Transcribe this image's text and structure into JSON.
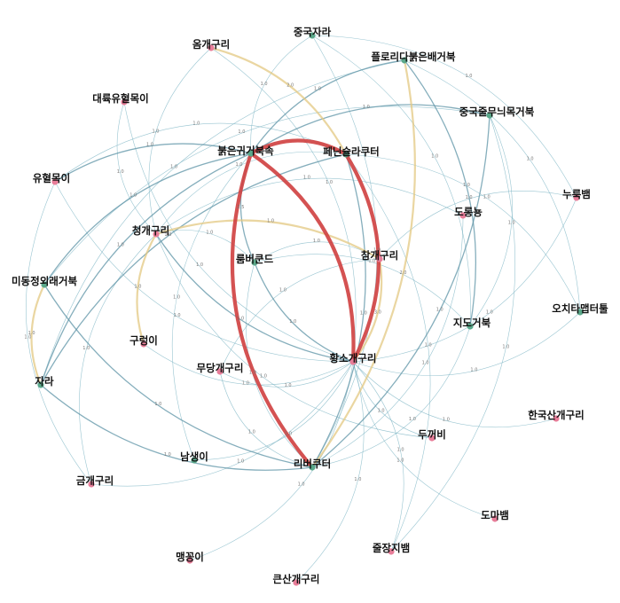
{
  "colors": {
    "node_green": "#5aa88a",
    "node_pink": "#e87d99",
    "edge_thin": "#7fb6c6",
    "edge_mid": "#5c93a6",
    "edge_light": "#e3c882",
    "edge_heavy": "#cf3f3f"
  },
  "nodes": [
    {
      "id": "n0",
      "label": "중국자라",
      "color": "green"
    },
    {
      "id": "n1",
      "label": "옴개구리",
      "color": "pink"
    },
    {
      "id": "n2",
      "label": "플로리다붉은배거북",
      "color": "green"
    },
    {
      "id": "n3",
      "label": "대륙유혈목이",
      "color": "pink"
    },
    {
      "id": "n4",
      "label": "중국줄무늬목거북",
      "color": "green"
    },
    {
      "id": "n5",
      "label": "붉은귀거북속",
      "color": "green"
    },
    {
      "id": "n6",
      "label": "페닌슐라쿠터",
      "color": "green"
    },
    {
      "id": "n7",
      "label": "유혈목이",
      "color": "pink"
    },
    {
      "id": "n8",
      "label": "도롱뇽",
      "color": "pink"
    },
    {
      "id": "n9",
      "label": "누룩뱀",
      "color": "pink"
    },
    {
      "id": "n10",
      "label": "청개구리",
      "color": "pink"
    },
    {
      "id": "n11",
      "label": "참개구리",
      "color": "pink"
    },
    {
      "id": "n12",
      "label": "룸버쿤드",
      "color": "green"
    },
    {
      "id": "n13",
      "label": "미동정외래거북",
      "color": "green"
    },
    {
      "id": "n14",
      "label": "오치타맵터툴",
      "color": "green"
    },
    {
      "id": "n15",
      "label": "지도거북",
      "color": "green"
    },
    {
      "id": "n16",
      "label": "구렁이",
      "color": "pink"
    },
    {
      "id": "n17",
      "label": "무당개구리",
      "color": "pink"
    },
    {
      "id": "n18",
      "label": "황소개구리",
      "color": "pink"
    },
    {
      "id": "n19",
      "label": "자라",
      "color": "green"
    },
    {
      "id": "n20",
      "label": "한국산개구리",
      "color": "pink"
    },
    {
      "id": "n21",
      "label": "두꺼비",
      "color": "pink"
    },
    {
      "id": "n22",
      "label": "남생이",
      "color": "green"
    },
    {
      "id": "n23",
      "label": "리버쿠터",
      "color": "green"
    },
    {
      "id": "n24",
      "label": "금개구리",
      "color": "pink"
    },
    {
      "id": "n25",
      "label": "도마뱀",
      "color": "pink"
    },
    {
      "id": "n26",
      "label": "맹꽁이",
      "color": "pink"
    },
    {
      "id": "n27",
      "label": "줄장지뱀",
      "color": "pink"
    },
    {
      "id": "n28",
      "label": "큰산개구리",
      "color": "pink"
    }
  ],
  "edges": [
    {
      "a": "n5",
      "b": "n6",
      "weight": "heavy",
      "label": ""
    },
    {
      "a": "n5",
      "b": "n23",
      "weight": "heavy",
      "label": ""
    },
    {
      "a": "n6",
      "b": "n18",
      "weight": "heavy",
      "label": ""
    },
    {
      "a": "n5",
      "b": "n18",
      "weight": "heavy",
      "label": ""
    },
    {
      "a": "n2",
      "b": "n23",
      "weight": "light",
      "label": "2.0"
    },
    {
      "a": "n11",
      "b": "n18",
      "weight": "light",
      "label": "3.0"
    },
    {
      "a": "n1",
      "b": "n6",
      "weight": "light",
      "label": "2.0"
    },
    {
      "a": "n13",
      "b": "n19",
      "weight": "light",
      "label": "1.0"
    },
    {
      "a": "n16",
      "b": "n10",
      "weight": "light",
      "label": "1.0"
    },
    {
      "a": "n10",
      "b": "n11",
      "weight": "light",
      "label": "1.0"
    },
    {
      "a": "n5",
      "b": "n12",
      "weight": "mid",
      "label": "2.5"
    },
    {
      "a": "n12",
      "b": "n18",
      "weight": "mid",
      "label": "1.0"
    },
    {
      "a": "n6",
      "b": "n23",
      "weight": "mid",
      "label": "1.0"
    },
    {
      "a": "n2",
      "b": "n5",
      "weight": "mid",
      "label": "1.0"
    },
    {
      "a": "n4",
      "b": "n5",
      "weight": "mid",
      "label": "1.0"
    },
    {
      "a": "n5",
      "b": "n7",
      "weight": "mid",
      "label": "1.0"
    },
    {
      "a": "n5",
      "b": "n13",
      "weight": "mid",
      "label": "1.0"
    },
    {
      "a": "n5",
      "b": "n19",
      "weight": "mid",
      "label": "1.0"
    },
    {
      "a": "n6",
      "b": "n19",
      "weight": "mid",
      "label": "1.0"
    },
    {
      "a": "n13",
      "b": "n23",
      "weight": "mid",
      "label": "1.0"
    },
    {
      "a": "n19",
      "b": "n23",
      "weight": "mid",
      "label": "1.0"
    },
    {
      "a": "n10",
      "b": "n18",
      "weight": "mid",
      "label": "1.0"
    },
    {
      "a": "n2",
      "b": "n15",
      "weight": "mid",
      "label": "1.0"
    },
    {
      "a": "n4",
      "b": "n23",
      "weight": "mid",
      "label": "1.0"
    },
    {
      "a": "n0",
      "b": "n23",
      "weight": "thin",
      "label": "1.0"
    },
    {
      "a": "n0",
      "b": "n5",
      "weight": "thin",
      "label": "1.0"
    },
    {
      "a": "n0",
      "b": "n15",
      "weight": "thin",
      "label": "1.0"
    },
    {
      "a": "n1",
      "b": "n18",
      "weight": "thin",
      "label": "1.0"
    },
    {
      "a": "n1",
      "b": "n10",
      "weight": "thin",
      "label": "1.0"
    },
    {
      "a": "n3",
      "b": "n10",
      "weight": "thin",
      "label": "1.0"
    },
    {
      "a": "n3",
      "b": "n18",
      "weight": "thin",
      "label": "1.0"
    },
    {
      "a": "n7",
      "b": "n18",
      "weight": "thin",
      "label": "1.0"
    },
    {
      "a": "n7",
      "b": "n24",
      "weight": "thin",
      "label": "1.0"
    },
    {
      "a": "n8",
      "b": "n10",
      "weight": "thin",
      "label": "1.0"
    },
    {
      "a": "n8",
      "b": "n23",
      "weight": "thin",
      "label": "1.0"
    },
    {
      "a": "n9",
      "b": "n18",
      "weight": "thin",
      "label": "1.0"
    },
    {
      "a": "n9",
      "b": "n11",
      "weight": "thin",
      "label": "1.0"
    },
    {
      "a": "n14",
      "b": "n6",
      "weight": "thin",
      "label": "1.0"
    },
    {
      "a": "n14",
      "b": "n18",
      "weight": "thin",
      "label": "1.0"
    },
    {
      "a": "n15",
      "b": "n12",
      "weight": "thin",
      "label": "1.0"
    },
    {
      "a": "n15",
      "b": "n23",
      "weight": "thin",
      "label": "1.0"
    },
    {
      "a": "n17",
      "b": "n11",
      "weight": "thin",
      "label": "1.0"
    },
    {
      "a": "n17",
      "b": "n23",
      "weight": "thin",
      "label": "1.0"
    },
    {
      "a": "n20",
      "b": "n18",
      "weight": "thin",
      "label": "1.0"
    },
    {
      "a": "n21",
      "b": "n18",
      "weight": "thin",
      "label": "1.0"
    },
    {
      "a": "n21",
      "b": "n10",
      "weight": "thin",
      "label": "1.0"
    },
    {
      "a": "n22",
      "b": "n5",
      "weight": "thin",
      "label": "1.0"
    },
    {
      "a": "n22",
      "b": "n18",
      "weight": "thin",
      "label": "1.0"
    },
    {
      "a": "n24",
      "b": "n18",
      "weight": "thin",
      "label": "1.0"
    },
    {
      "a": "n25",
      "b": "n18",
      "weight": "thin",
      "label": "1.0"
    },
    {
      "a": "n26",
      "b": "n18",
      "weight": "thin",
      "label": "1.0"
    },
    {
      "a": "n27",
      "b": "n18",
      "weight": "thin",
      "label": "1.0"
    },
    {
      "a": "n27",
      "b": "n6",
      "weight": "thin",
      "label": "1.0"
    },
    {
      "a": "n28",
      "b": "n18",
      "weight": "thin",
      "label": "1.0"
    },
    {
      "a": "n12",
      "b": "n10",
      "weight": "thin",
      "label": "1.0"
    },
    {
      "a": "n12",
      "b": "n11",
      "weight": "thin",
      "label": "1.0"
    },
    {
      "a": "n16",
      "b": "n18",
      "weight": "thin",
      "label": "1.0"
    },
    {
      "a": "n19",
      "b": "n2",
      "weight": "thin",
      "label": "1.0"
    },
    {
      "a": "n13",
      "b": "n4",
      "weight": "thin",
      "label": "1.0"
    },
    {
      "a": "n7",
      "b": "n6",
      "weight": "thin",
      "label": "1.0"
    },
    {
      "a": "n24",
      "b": "n10",
      "weight": "thin",
      "label": "1.0"
    },
    {
      "a": "n0",
      "b": "n9",
      "weight": "thin",
      "label": "1.0"
    },
    {
      "a": "n2",
      "b": "n14",
      "weight": "thin",
      "label": "1.0"
    },
    {
      "a": "n4",
      "b": "n15",
      "weight": "thin",
      "label": "1.0"
    },
    {
      "a": "n4",
      "b": "n27",
      "weight": "thin",
      "label": "1.0"
    },
    {
      "a": "n12",
      "b": "n23",
      "weight": "thin",
      "label": "1.0"
    },
    {
      "a": "n6",
      "b": "n10",
      "weight": "thin",
      "label": "1.0"
    },
    {
      "a": "n17",
      "b": "n18",
      "weight": "thin",
      "label": "1.0"
    }
  ]
}
